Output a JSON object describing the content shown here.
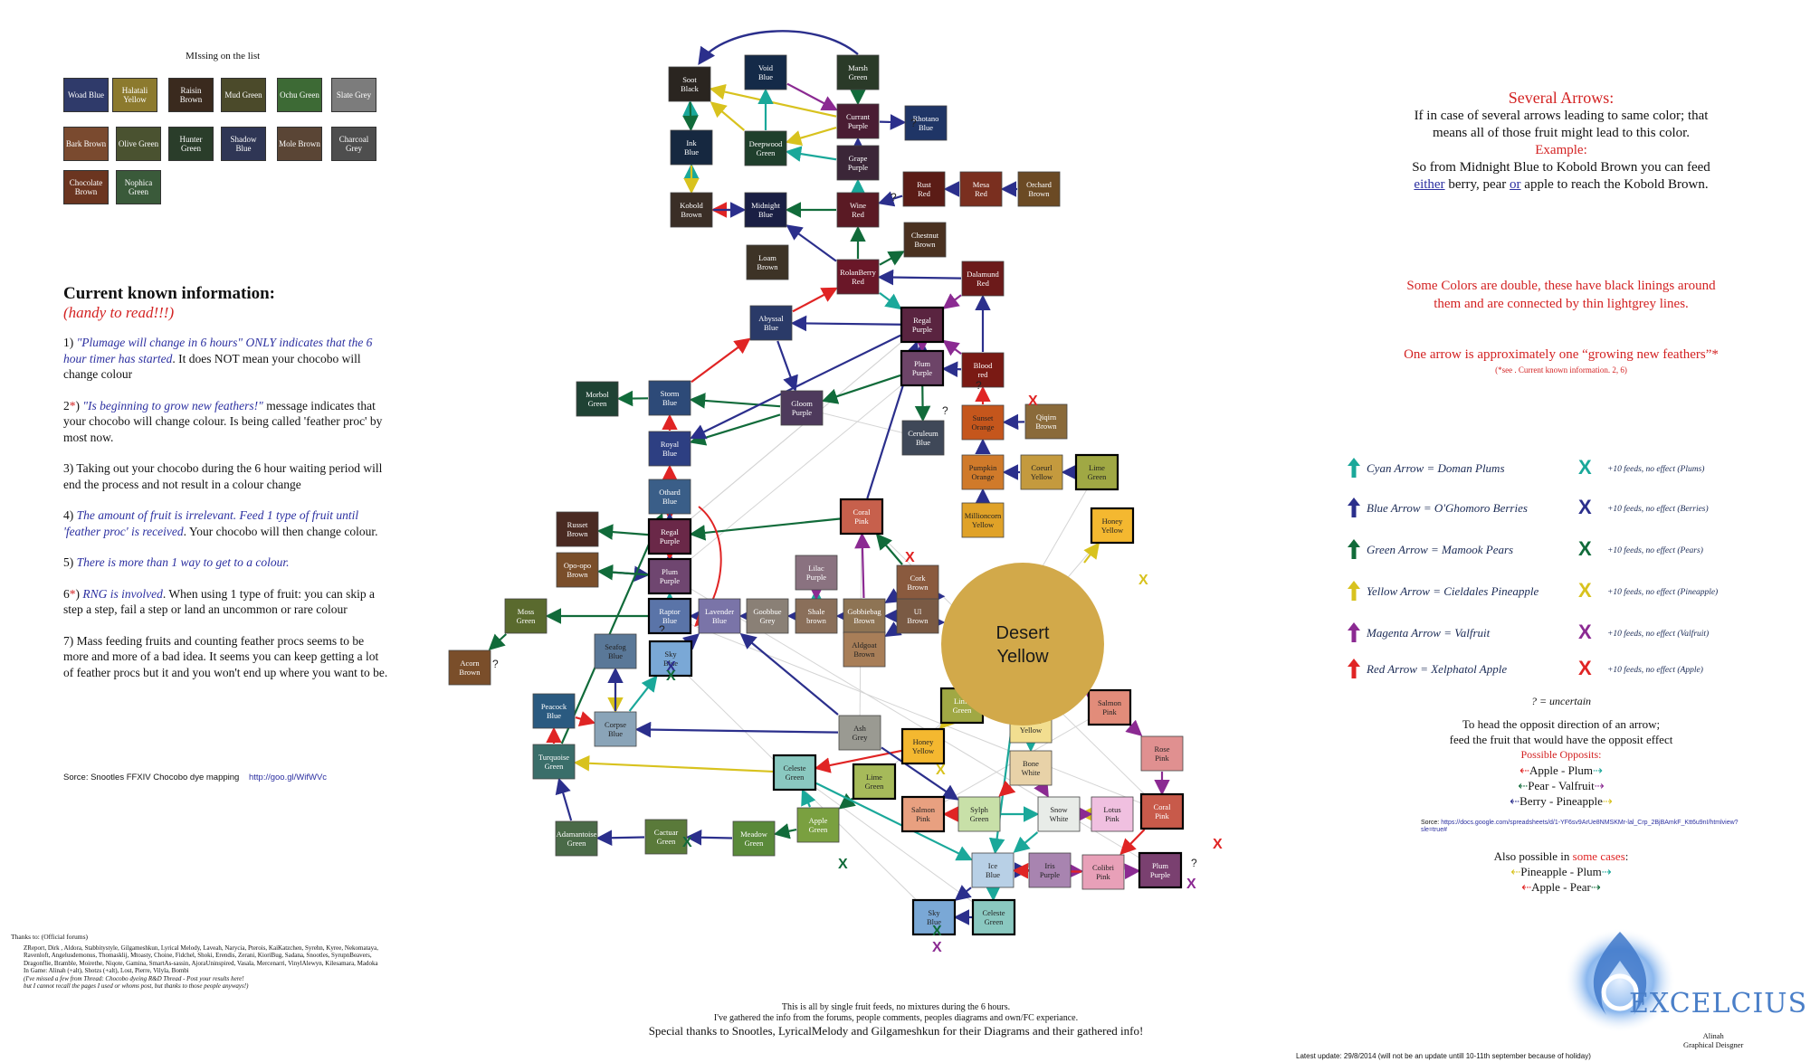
{
  "missing": {
    "title": "MIssing on the list",
    "swatches": [
      {
        "name": "Woad Blue",
        "color": "#2f3a6a"
      },
      {
        "name": "Halatali Yellow",
        "color": "#8c7a2e"
      },
      {
        "name": "Raisin Brown",
        "color": "#3a2a1e"
      },
      {
        "name": "Mud Green",
        "color": "#4b4a2a"
      },
      {
        "name": "Ochu Green",
        "color": "#3d6a35"
      },
      {
        "name": "Slate Grey",
        "color": "#7c7c7c"
      },
      {
        "name": "Bark Brown",
        "color": "#7a4a2f"
      },
      {
        "name": "Olive Green",
        "color": "#4a5230"
      },
      {
        "name": "Hunter Green",
        "color": "#2a3d2a"
      },
      {
        "name": "Shadow Blue",
        "color": "#2f3655"
      },
      {
        "name": "Mole Brown",
        "color": "#5a4535"
      },
      {
        "name": "Charcoal Grey",
        "color": "#4e4e4e"
      },
      {
        "name": "Chocolate Brown",
        "color": "#6b3520"
      },
      {
        "name": "Nophica Green",
        "color": "#3a5a3a"
      }
    ]
  },
  "info": {
    "heading": "Current known information:",
    "subheading": "(handy to read!!!)",
    "p1_num": "1) ",
    "p1_quote": "\"Plumage will change in 6 hours\" ONLY indicates that the 6 hour timer has started",
    "p1_rest": ". It does NOT mean your chocobo will change colour",
    "p2_num": "2",
    "p2_star": "*",
    "p2_close": ") ",
    "p2_quote": "\"Is beginning to grow new feathers!\"",
    "p2_rest": " message indicates that your chocobo will change colour. Is being called 'feather proc' by most now.",
    "p3": "3) Taking out your chocobo during the 6 hour waiting period will end the process and not result in a colour change",
    "p4_num": "4) ",
    "p4_quote": "The amount of fruit is irrelevant. Feed 1 type of fruit until 'feather proc' is received",
    "p4_rest": ". Your chocobo will then change colour.",
    "p5_num": "5) ",
    "p5_quote": "There is more than 1 way to get to a colour.",
    "p6_num": "6",
    "p6_star": "*",
    "p6_close": ") ",
    "p6_quote": "RNG is involved",
    "p6_rest": ". When using 1 type of fruit: you can skip a step a step, fail a step or land an uncommon or rare colour",
    "p7": "7) Mass feeding fruits and counting feather procs seems to be more and more of a bad idea. It seems you can keep getting a lot of feather procs but it and you won't end up where you want to be."
  },
  "source": {
    "label": "Sorce:  Snootles FFXIV Chocobo dye mapping",
    "link": "http://goo.gl/WifWVc"
  },
  "thanks": {
    "head": "Thanks to: (Official forums)",
    "body": "ZReport, Dirk , Aldora, Stabbitystyle, Gilgameshkun, Lyrical Melody, Laveah, Narycia, Pterois, KaiKatzchen, Syrehn, Kyree, Nekomataya, Ravenloft, Angelusdemonus, Thomasklij, Mtoasty, Choine, Fidchel, Shoki, Erendis, Zerani, KioriBug, Sadana, Snootles, SyrupnBeavers, Dragonflie, Bramble, Moirethe, Niqote, Gamina, SmartAs-sassin, AjoraUninspired, Vasala, Mercenarri, VinylAlewyn, Kilesamara, Madoka",
    "game": "In Game: Alinah (+alt), Shotzs (+alt), Lost, Pierre, Vilyla, Bombi",
    "note1": "(I've missed a few from Thread: Chocobo dyeing R&D Thread - Post your results here!",
    "note2": "but I cannot recall the pages I used or whoms post, but thanks to those people anyways!)"
  },
  "nodes": {
    "soot_black": "Soot Black",
    "void_blue": "Void Blue",
    "marsh_green": "Marsh Green",
    "currant_purple": "Currant Purple",
    "rhotano_blue": "Rhotano Blue",
    "ink_blue": "Ink Blue",
    "deepwood_green": "Deepwood Green",
    "grape_purple": "Grape Purple",
    "kobold_brown": "Kobold Brown",
    "midnight_blue": "Midnight Blue",
    "wine_red": "Wine Red",
    "rust_red": "Rust Red",
    "mesa_red": "Mesa Red",
    "orchard_brown": "Orchard Brown",
    "chestnut_brown": "Chestnut Brown",
    "loam_brown": "Loam Brown",
    "rolanberry_red": "RolanBerry Red",
    "dalamund_red": "Dalamund Red",
    "abyssal_blue": "Abyssal Blue",
    "regal_purple_top": "Regal Purple",
    "plum_purple_top": "Plum Purple",
    "blood_red": "Blood red",
    "morbol_green": "Morbol Green",
    "storm_blue": "Storm Blue",
    "gloom_purple": "Gloom Purple",
    "sunset_orange": "Sunset Orange",
    "qiqirn_brown": "Qiqirn Brown",
    "ceruleum_blue": "Ceruleum Blue",
    "royal_blue": "Royal Blue",
    "pumpkin_orange": "Pumpkin Orange",
    "coeurl_yellow": "Coeurl Yellow",
    "lime_green_r": "Lime Green",
    "othard_blue": "Othard Blue",
    "millioncorn_yellow": "Millioncorn Yellow",
    "coral_pink_mid": "Coral Pink",
    "honey_yellow_r": "Honey Yellow",
    "russet_brown": "Russet Brown",
    "regal_purple_mid": "Regal Purple",
    "opo_opo_brown": "Opo-opo Brown",
    "lilac_purple": "Lilac Purple",
    "cork_brown": "Cork Brown",
    "plum_purple_mid": "Plum Purple",
    "desert_yellow": "Desert Yellow",
    "moss_green": "Moss Green",
    "raptor_blue": "Raptor Blue",
    "lavender_blue": "Lavender Blue",
    "goobbue_grey": "Goobbue Grey",
    "shale_brown": "Shale brown",
    "gobbiebag_brown": "Gobbiebag Brown",
    "ul_brown": "Ul Brown",
    "acorn_brown": "Acorn Brown",
    "seafog_blue": "Seafog Blue",
    "sky_blue_mid": "Sky Blue",
    "aldgoat_brown": "Aldgoat Brown",
    "salmon_pink_r": "Salmon Pink",
    "lime_green_mid": "Lime Green",
    "cream_yellow": "Cream Yellow",
    "peacock_blue": "Peacock Blue",
    "corpse_blue": "Corpse Blue",
    "ash_grey": "Ash Grey",
    "honey_yellow_mid": "Honey Yellow",
    "rose_pink": "Rose Pink",
    "turquoise_green": "Turquoise Green",
    "celeste_green_mid": "Celeste Green",
    "lime_green_low": "Lime Green",
    "bone_white": "Bone White",
    "salmon_pink_low": "Salmon Pink",
    "sylph_green": "Sylph Green",
    "snow_white": "Snow White",
    "lotus_pink": "Lotus Pink",
    "coral_pink_r": "Coral Pink",
    "adamantoise_green": "Adamantoise Green",
    "cactuar_green": "Cactuar Green",
    "meadow_green": "Meadow Green",
    "apple_green": "Apple Green",
    "ice_blue": "Ice Blue",
    "iris_purple": "Iris Purple",
    "colibri_pink": "Colibri Pink",
    "plum_purple_low": "Plum Purple",
    "sky_blue_low": "Sky Blue",
    "celeste_green_low": "Celeste Green",
    "q": "?"
  },
  "right": {
    "several_title": "Several Arrows:",
    "several_line1": "If in case of several arrows leading to same color; that",
    "several_line2": "means all of those fruit might lead to this color.",
    "example": "Example:",
    "ex_line1": "So from Midnight Blue to Kobold Brown you can feed",
    "ex_either": "either",
    "ex_mid1": " berry, pear ",
    "ex_or": "or",
    "ex_end": " apple to reach the Kobold Brown.",
    "double_1": "Some Colors are double,  these have black linings  around",
    "double_2": "them and are connected by thin lightgrey lines.",
    "arrow_note": "One arrow is approximately one “growing new feathers”*",
    "arrow_note_sub": "(*see . Current known information. 2, 6)"
  },
  "legend": [
    {
      "label": "Cyan Arrow = Doman  Plums",
      "x_label": "+10 feeds, no effect (Plums)",
      "color": "#1aa89a"
    },
    {
      "label": "Blue Arrow = O'Ghomoro Berries",
      "x_label": "+10 feeds, no effect (Berries)",
      "color": "#2b2f8c"
    },
    {
      "label": "Green Arrow = Mamook Pears",
      "x_label": "+10 feeds, no effect (Pears)",
      "color": "#116b3a"
    },
    {
      "label": "Yellow Arrow = Cieldales Pineapple",
      "x_label": "+10 feeds, no effect (Pineapple)",
      "color": "#d8c21e"
    },
    {
      "label": "Magenta Arrow = Valfruit",
      "x_label": "+10 feeds, no effect (Valfruit)",
      "color": "#8b2a92"
    },
    {
      "label": "Red Arrow = Xelphatol Apple",
      "x_label": "+10 feeds, no effect (Apple)",
      "color": "#e02424"
    }
  ],
  "legend_x": "X",
  "uncertain": "? = uncertain",
  "opposite": {
    "line1": "To head the opposit direction of an arrow;",
    "line2": "feed the fruit that would have the opposit effect",
    "possible": "Possible Opposits:",
    "pair1": "Apple - Plum",
    "pair2": "Pear - Valfruit",
    "pair3": "Berry - Pineapple"
  },
  "sorce2": {
    "label": "Sorce:",
    "link": "https://docs.google.com/spreadsheets/d/1-YF6sv9ArUe8NMSKMr-lal_Crp_2BjBAmkF_Ktt6u9nI/htmlview?sle=true#"
  },
  "also": {
    "prefix": "Also possible in ",
    "some": "some cases",
    "colon": ":",
    "pair1": "Pineapple - Plum",
    "pair2": "Apple - Pear"
  },
  "logo": {
    "text": "EXCELCIUS"
  },
  "signature": {
    "line1": "Alinah",
    "line2": "Graphical Deisgner"
  },
  "update": "Latest update:  29/8/2014  (will not be an update untill 10-11th september because of holiday)",
  "bottom": {
    "line1": "This is all by single fruit feeds, no mixtures during the 6 hours.",
    "line2": "I've gathered the info from the forums, people comments, peoples diagrams and own/FC experiance.",
    "line3": "Special thanks to Snootles, LyricalMelody  and Gilgameshkun for their Diagrams and their gathered info!"
  },
  "colors": {
    "cyan": "#1aa89a",
    "blue": "#2b2f8c",
    "green": "#116b3a",
    "yellow": "#d8c21e",
    "magenta": "#8b2a92",
    "red": "#e02424",
    "desert_yellow": "#d2a94a"
  }
}
